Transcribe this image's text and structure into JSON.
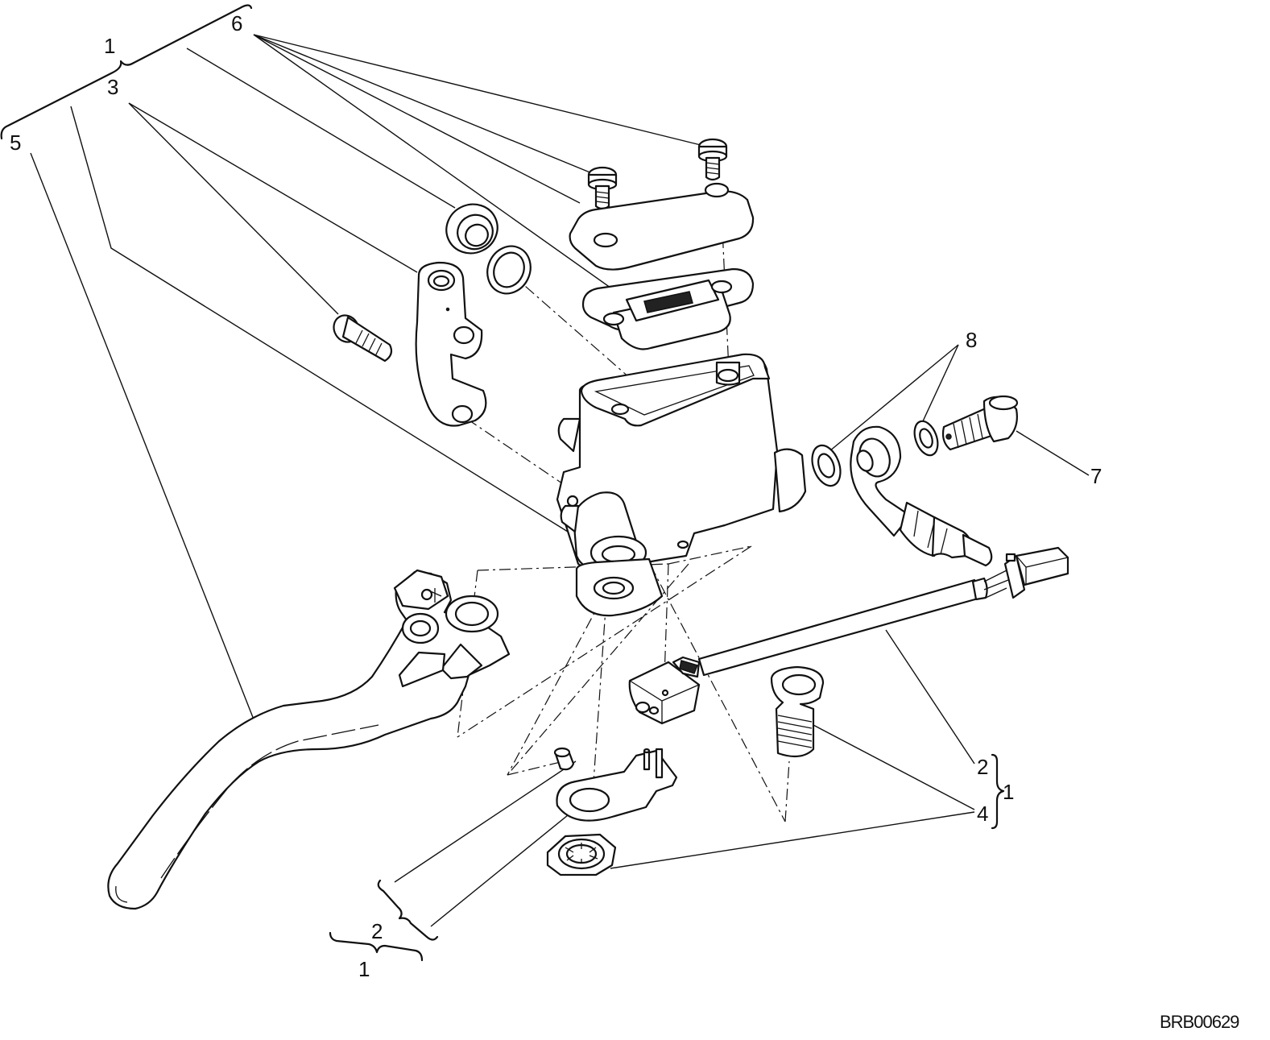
{
  "diagram": {
    "drawing_code": "BRB00629",
    "callouts": {
      "c1_top": "1",
      "c3": "3",
      "c5": "5",
      "c6": "6",
      "c8": "8",
      "c7": "7",
      "c2_right": "2",
      "c1_right": "1",
      "c4": "4",
      "c2_bottom": "2",
      "c1_bottom": "1"
    }
  }
}
